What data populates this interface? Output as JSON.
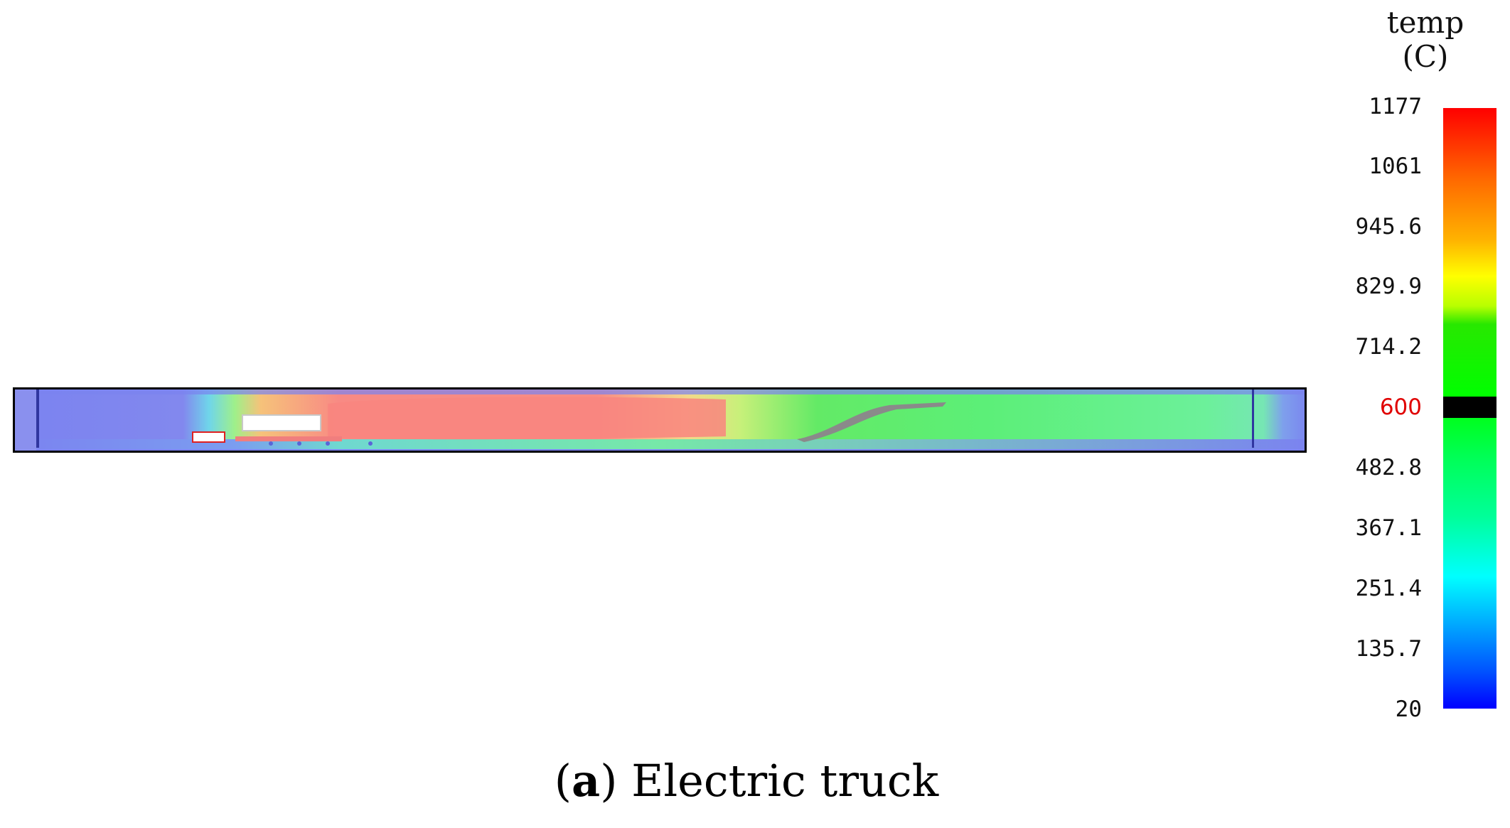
{
  "legend": {
    "title_line1": "temp",
    "title_line2": "(C)",
    "ticks": [
      "1177",
      "1061",
      "945.6",
      "829.9",
      "714.2",
      "600",
      "482.8",
      "367.1",
      "251.4",
      "135.7",
      "20"
    ],
    "highlight_tick": "600",
    "highlight_color": "#e00000",
    "range": [
      20,
      1177
    ],
    "colormap": [
      "#0000ff",
      "#00ffff",
      "#00ff00",
      "#ffff00",
      "#ff0000"
    ]
  },
  "caption": {
    "open": "(",
    "letter": "a",
    "close": ")",
    "text": " Electric truck"
  }
}
